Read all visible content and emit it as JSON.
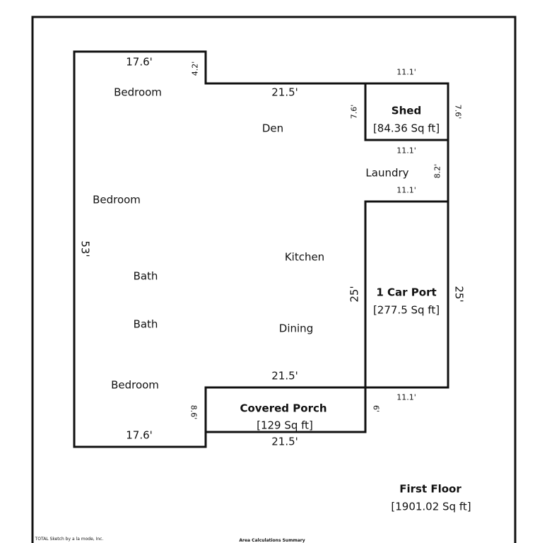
{
  "floor": {
    "title": "First Floor",
    "area": "[1901.02 Sq ft]"
  },
  "rooms": {
    "bedroom_1": "Bedroom",
    "bedroom_2": "Bedroom",
    "bedroom_3": "Bedroom",
    "den": "Den",
    "laundry": "Laundry",
    "kitchen": "Kitchen",
    "bath_1": "Bath",
    "bath_2": "Bath",
    "dining": "Dining"
  },
  "areas": {
    "shed": {
      "name": "Shed",
      "area": "[84.36 Sq ft]"
    },
    "carport": {
      "name": "1 Car Port",
      "area": "[277.5 Sq ft]"
    },
    "porch": {
      "name": "Covered Porch",
      "area": "[129 Sq ft]"
    }
  },
  "dimensions": {
    "top_left_width": "17.6'",
    "top_step": "4.2'",
    "shed_top": "11.1'",
    "den_top": "21.5'",
    "shed_left": "7.6'",
    "shed_right": "7.6'",
    "shed_bottom": "11.1'",
    "laundry_right": "8.2'",
    "laundry_bottom": "11.1'",
    "left_height": "53'",
    "carport_left": "25'",
    "carport_right": "25'",
    "dining_bottom": "21.5'",
    "carport_bottom": "11.1'",
    "porch_left": "8.6'",
    "porch_right": "6'",
    "bottom_left_width": "17.6'",
    "porch_bottom": "21.5'"
  },
  "footer": {
    "credit": "TOTAL Sketch by a la mode, Inc.",
    "summary_title": "Area Calculations Summary"
  }
}
